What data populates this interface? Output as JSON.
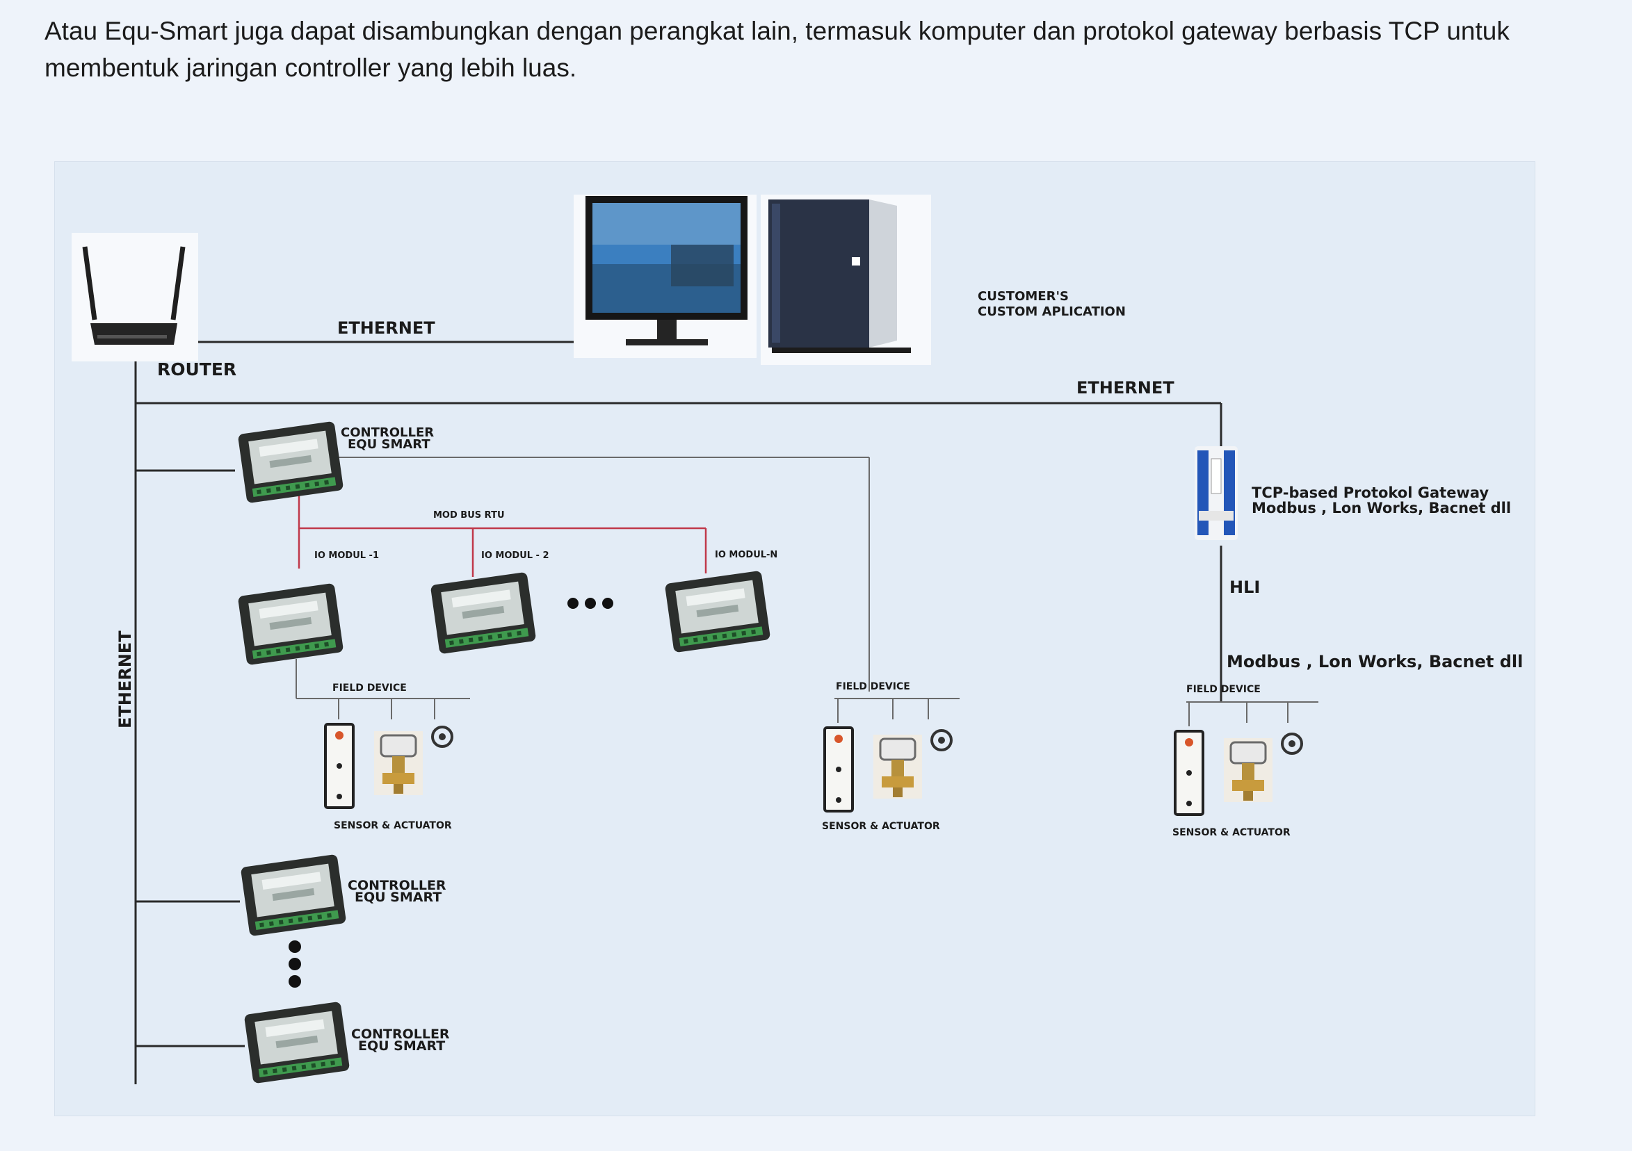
{
  "intro_text": "Atau Equ-Smart juga dapat disambungkan dengan perangkat lain, termasuk komputer dan protokol gateway berbasis TCP untuk membentuk jaringan controller yang lebih luas.",
  "labels": {
    "ethernet_top": "ETHERNET",
    "router": "ROUTER",
    "customer_line1": "CUSTOMER'S",
    "customer_line2": "CUSTOM APLICATION",
    "ethernet_right": "ETHERNET",
    "ethernet_vertical": "ETHERNET",
    "controller_line1": "CONTROLLER",
    "controller_line2": "EQU SMART",
    "modbus_rtu": "MOD BUS RTU",
    "io_modul_1": "IO MODUL -1",
    "io_modul_2": "IO MODUL - 2",
    "io_modul_n": "IO MODUL-N",
    "field_device": "FIELD DEVICE",
    "sensor_actuator": "SENSOR & ACTUATOR",
    "gateway_line1": "TCP-based Protokol Gateway",
    "gateway_line2": "Modbus , Lon Works, Bacnet dll",
    "hli": "HLI",
    "modbus_lonworks": "Modbus , Lon Works, Bacnet dll"
  },
  "colors": {
    "wire": "#2a2a2a",
    "modbus_wire": "#c0384a",
    "device_body": "#2b2e2c",
    "device_face": "#cfd6d4",
    "terminal": "#3f9a4e",
    "monitor_sky": "#3b7fc0",
    "tower": "#2a3346",
    "gateway_blue": "#2356b8"
  },
  "icons": [
    "router-icon",
    "monitor-icon",
    "pc-tower-icon",
    "controller-icon",
    "io-module-icon",
    "gateway-icon",
    "sensor-icon",
    "valve-actuator-icon",
    "dial-sensor-icon"
  ]
}
